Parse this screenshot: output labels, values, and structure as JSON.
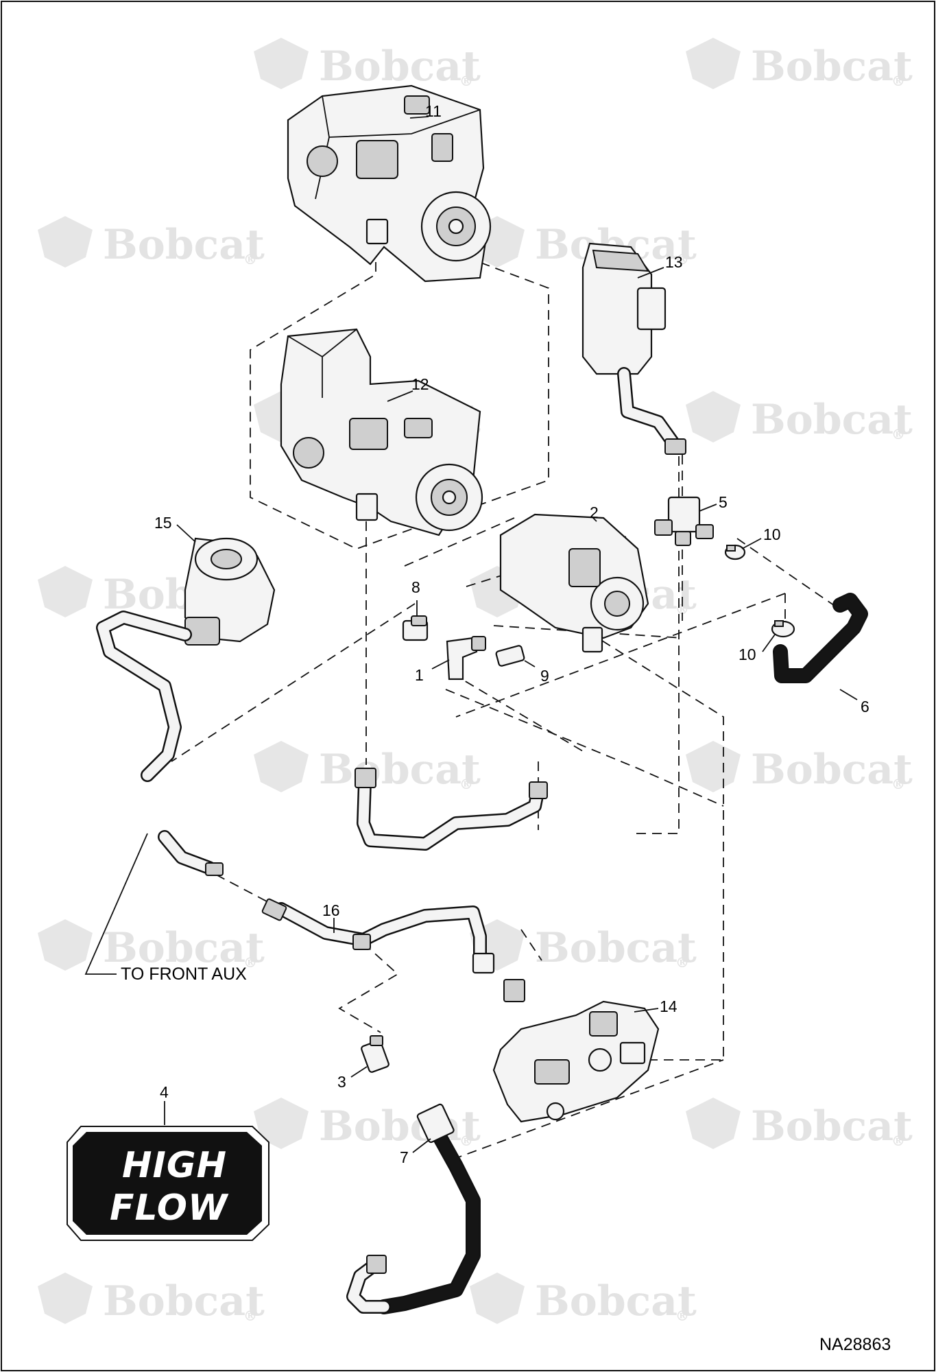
{
  "document": {
    "figure_id": "NA28863",
    "watermark_text": "Bobcat",
    "watermark_mark": "®",
    "decal": {
      "line1": "HIGH",
      "line2": "FLOW"
    },
    "note_front_aux": "TO FRONT AUX",
    "callouts": {
      "c1": "1",
      "c2": "2",
      "c3": "3",
      "c4": "4",
      "c5": "5",
      "c6": "6",
      "c7": "7",
      "c8": "8",
      "c9": "9",
      "c10a": "10",
      "c10b": "10",
      "c11": "11",
      "c12": "12",
      "c13": "13",
      "c14": "14",
      "c15": "15",
      "c16": "16"
    },
    "colors": {
      "ink": "#111111",
      "watermark": "#e3e3e3",
      "decal_bg": "#111111",
      "hose": "#151515"
    }
  }
}
